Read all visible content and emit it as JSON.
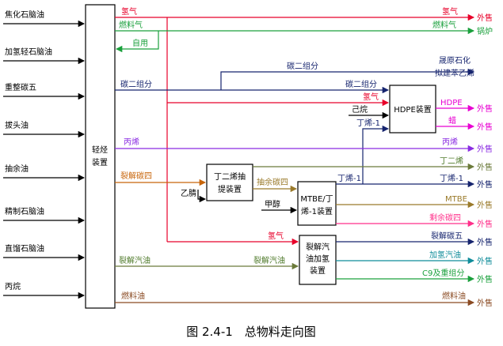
{
  "feeds": [
    "焦化石脑油",
    "加氢轻石脑油",
    "重整碳五",
    "拔头油",
    "抽余油",
    "精制石脑油",
    "直馏石脑油",
    "丙烷"
  ],
  "units": {
    "light_hc": [
      "轻烃",
      "装置"
    ],
    "butadiene": [
      "丁二烯抽",
      "提装置"
    ],
    "mtbe": [
      "MTBE/丁",
      "烯-1装置"
    ],
    "hdpe": [
      "HDPE装置"
    ],
    "cracking_hydro": [
      "裂解汽",
      "油加氢",
      "装置"
    ]
  },
  "streams": {
    "hydrogen_top": "氢气",
    "hydrogen_out": "氢气",
    "fuel_gas": "燃料气",
    "fuel_gas_out": "燃料气",
    "self_use": "自用",
    "c2_top": "碳二组分",
    "c2_left": "碳二组分",
    "c2_right": "碳二组分",
    "hydrogen_hdpe": "氢气",
    "hexene": "己烷",
    "butene1_hdpe": "丁烯-1",
    "hdpe_product": "HDPE",
    "wax": "蜡",
    "propylene_left": "丙烯",
    "propylene_right": "丙烯",
    "cracked_c4": "裂解碳四",
    "butadiene_product": "丁二烯",
    "raffinate_c4": "抽余碳四",
    "acetonitrile": "乙腈",
    "butene1_out": "丁烯-1",
    "methanol": "甲醇",
    "mtbe_product": "MTBE",
    "remaining_c4": "剩余碳四",
    "hydrogen_hydro": "氢气",
    "cracked_c5": "裂解碳五",
    "cracked_gasoline_left": "裂解汽油",
    "cracked_gasoline_mid": "裂解汽油",
    "hydro_gasoline": "加氢汽油",
    "c9_heavy": "C9及重组分",
    "fuel_oil_left": "燃料油",
    "fuel_oil_right": "燃料油"
  },
  "destinations": {
    "sale": "外售",
    "boiler": "锅炉",
    "ethylene_project": [
      "晟原石化",
      "拟建苯乙烯"
    ]
  },
  "caption": "图 2.4-1　总物料走向图",
  "colors": {
    "black": "#000000",
    "red": "#e8002a",
    "green": "#1aa03c",
    "navy": "#16246e",
    "purple": "#8a2be2",
    "magenta": "#e800d2",
    "orange": "#c8650a",
    "olive": "#6b7a3a",
    "olive_text": "#4f7a2a",
    "teal": "#0f8c9a",
    "brown": "#8a4a22",
    "mtbe_gold": "#9a7a2a",
    "pink": "#ff2f8a"
  }
}
